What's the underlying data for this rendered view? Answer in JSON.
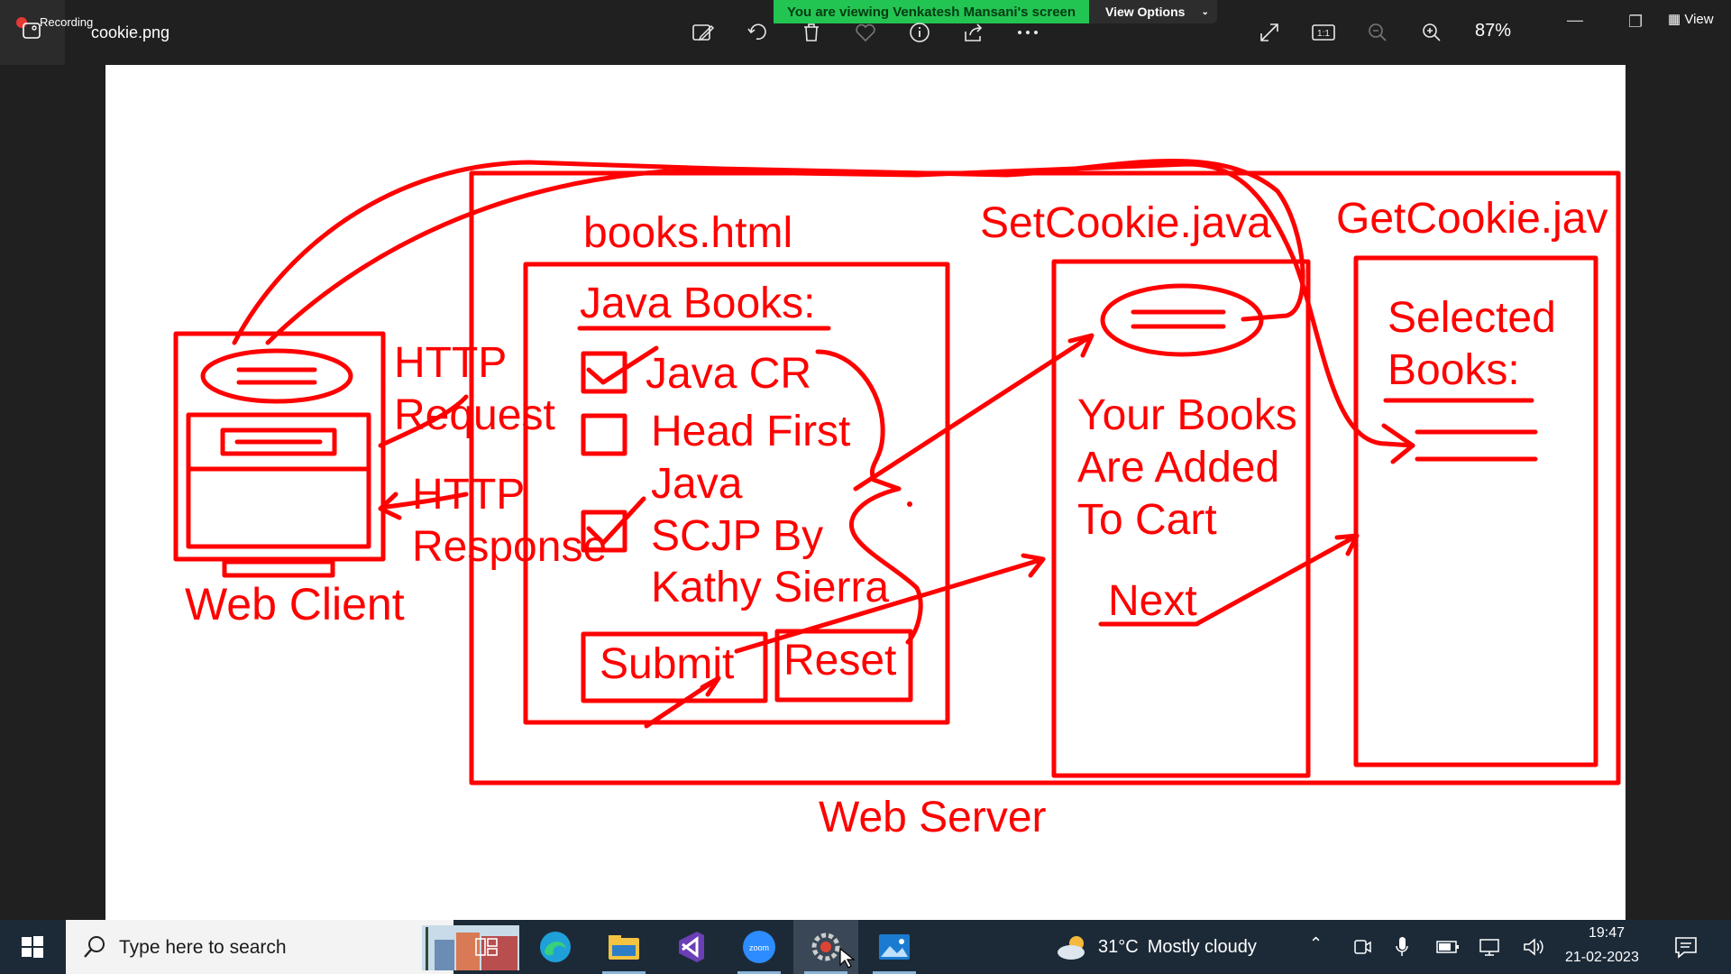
{
  "window": {
    "recording_label": "Recording",
    "filename": "cookie.png",
    "zoom_level": "87%",
    "view_label": "View",
    "toolbar_icons": [
      "edit-image-icon",
      "rotate-icon",
      "delete-icon",
      "favorite-icon",
      "info-icon",
      "share-icon",
      "more-icon",
      "fullscreen-icon",
      "actual-size-icon",
      "zoom-out-icon",
      "zoom-in-icon"
    ]
  },
  "share": {
    "banner_text": "You are viewing Venkatesh Mansani's screen",
    "view_options_label": "View Options"
  },
  "diagram": {
    "web_client_label": "Web Client",
    "http_request_line1": "HTTP",
    "http_request_line2": "Request",
    "http_response_line1": "HTTP",
    "http_response_line2": "Response",
    "books_title": "books.html",
    "java_books_heading": "Java Books:",
    "book1": "Java CR",
    "book2_line1": "Head First",
    "book2_line2": "Java",
    "book3_line1": "SCJP By",
    "book3_line2": "Kathy Sierra",
    "submit_label": "Submit",
    "reset_label": "Reset",
    "setcookie_title": "SetCookie.java",
    "setcookie_line1": "Your Books",
    "setcookie_line2": "Are Added",
    "setcookie_line3": "To Cart",
    "next_label": "Next",
    "getcookie_title": "GetCookie.jav",
    "selected_line1": "Selected",
    "selected_line2": "Books:",
    "web_server_label": "Web Server",
    "ink_color": "#ff0000"
  },
  "taskbar": {
    "search_placeholder": "Type here to search",
    "apps": [
      "task-view",
      "edge",
      "file-explorer",
      "visual-studio",
      "zoom",
      "settings",
      "photos"
    ],
    "zoom_app_label": "zoom",
    "weather_temp": "31°C",
    "weather_condition": "Mostly cloudy",
    "clock_time": "19:47",
    "clock_date": "21-02-2023"
  }
}
